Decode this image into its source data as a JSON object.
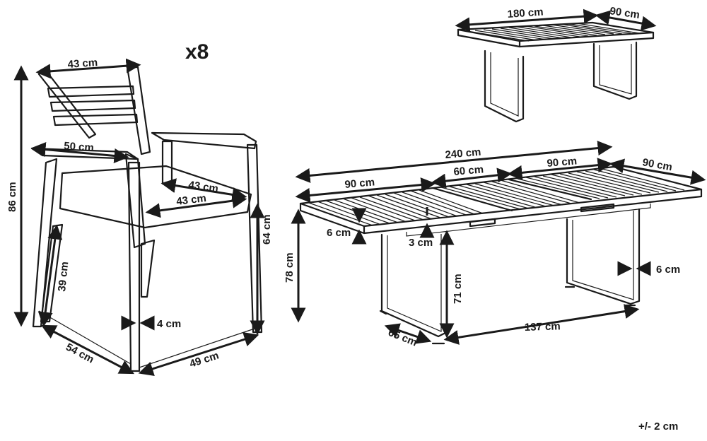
{
  "quantity": "x8",
  "tolerance": "+/- 2 cm",
  "chair": {
    "back_width": "43 cm",
    "height": "86 cm",
    "armrest_depth": "50 cm",
    "seat_depth": "43 cm",
    "seat_width": "43 cm",
    "arm_height": "64 cm",
    "seat_height": "39 cm",
    "leg_width": "4 cm",
    "base_depth": "54 cm",
    "base_width": "49 cm"
  },
  "table_closed": {
    "length": "180 cm",
    "width": "90 cm"
  },
  "table_open": {
    "length": "240 cm",
    "section_left": "90 cm",
    "section_middle": "60 cm",
    "section_right": "90 cm",
    "width": "90 cm",
    "top_thickness": "6 cm",
    "apron": "3 cm",
    "height": "78 cm",
    "leg_clearance": "71 cm",
    "leg_width": "6 cm",
    "leg_spread": "65 cm",
    "leg_distance": "137 cm"
  }
}
